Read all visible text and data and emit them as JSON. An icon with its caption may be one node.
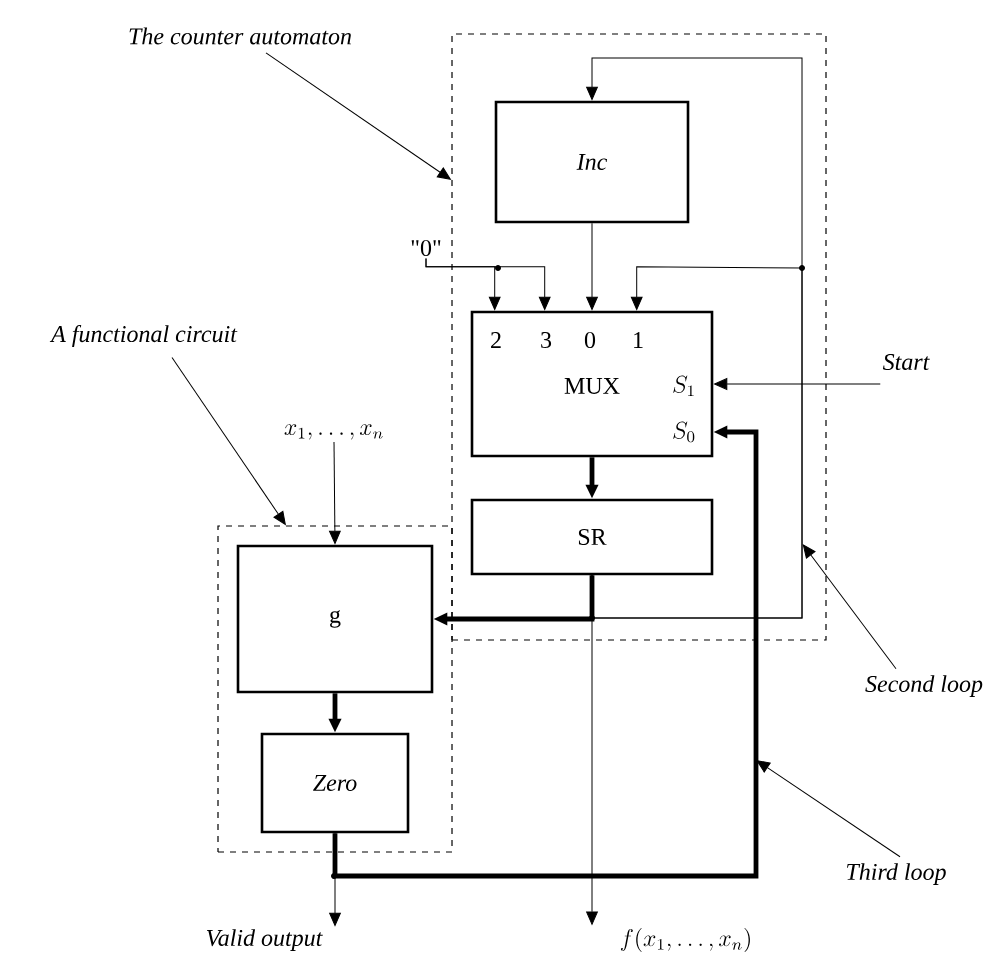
{
  "diagram": {
    "nodes": [
      {
        "text": [
          "The counter automaton"
        ]
      },
      {
        "text": [],
        "shape": "box"
      },
      {
        "text": [
          "Inc"
        ],
        "in": 1
      },
      {
        "text": [
          "2",
          "3",
          "0",
          "1",
          "MUX",
          "S_1",
          "S_0"
        ],
        "in": 1
      },
      {
        "text": [
          "SR"
        ],
        "in": 1
      },
      {
        "text": [
          "\"0\""
        ]
      },
      {
        "text": [
          "A functional circuit"
        ]
      },
      {
        "text": [],
        "shape": "box"
      },
      {
        "text": [
          "g"
        ],
        "in": 7
      },
      {
        "text": [
          "Zero"
        ],
        "in": 7
      },
      {
        "text": [
          "x_1,\\ldots,x_n"
        ]
      },
      {
        "text": [
          "Start"
        ]
      },
      {
        "text": [
          "Second loop"
        ]
      },
      {
        "text": [
          "Third loop"
        ]
      },
      {
        "text": [
          "Valid output"
        ]
      },
      {
        "text": [
          "f(x_1,\\ldots,x_n)"
        ]
      }
    ],
    "edges": [
      {
        "from": 5,
        "to": 3,
        "arrow": "to"
      },
      {
        "from": 5,
        "to": 3,
        "arrow": "to"
      },
      {
        "from": 2,
        "to": 3,
        "arrow": "to"
      },
      {
        "from": 3,
        "to": 4,
        "arrow": "to",
        "style": "thick"
      },
      {
        "from": 4,
        "to": 8,
        "arrow": "to",
        "style": "thick"
      },
      {
        "from": 4,
        "to": 2,
        "arrow": "to"
      },
      {
        "from": 4,
        "to": 3,
        "arrow": "to"
      },
      {
        "from": 4,
        "to": 15,
        "arrow": "to"
      },
      {
        "from": 11,
        "to": 3,
        "arrow": "to"
      },
      {
        "from": 8,
        "to": 9,
        "arrow": "to",
        "style": "thick"
      },
      {
        "from": 9,
        "to": 14,
        "arrow": "to"
      },
      {
        "from": 9,
        "to": 3,
        "arrow": "to",
        "style": "thick"
      },
      {
        "from": 10,
        "to": 8,
        "arrow": "to"
      },
      {
        "from": 0,
        "to": 1,
        "arrow": "to"
      },
      {
        "from": 6,
        "to": 7,
        "arrow": "to"
      },
      {
        "from": 12,
        "to": 1,
        "arrow": "to"
      },
      {
        "from": 13,
        "to": null,
        "arrow": "to"
      }
    ]
  }
}
